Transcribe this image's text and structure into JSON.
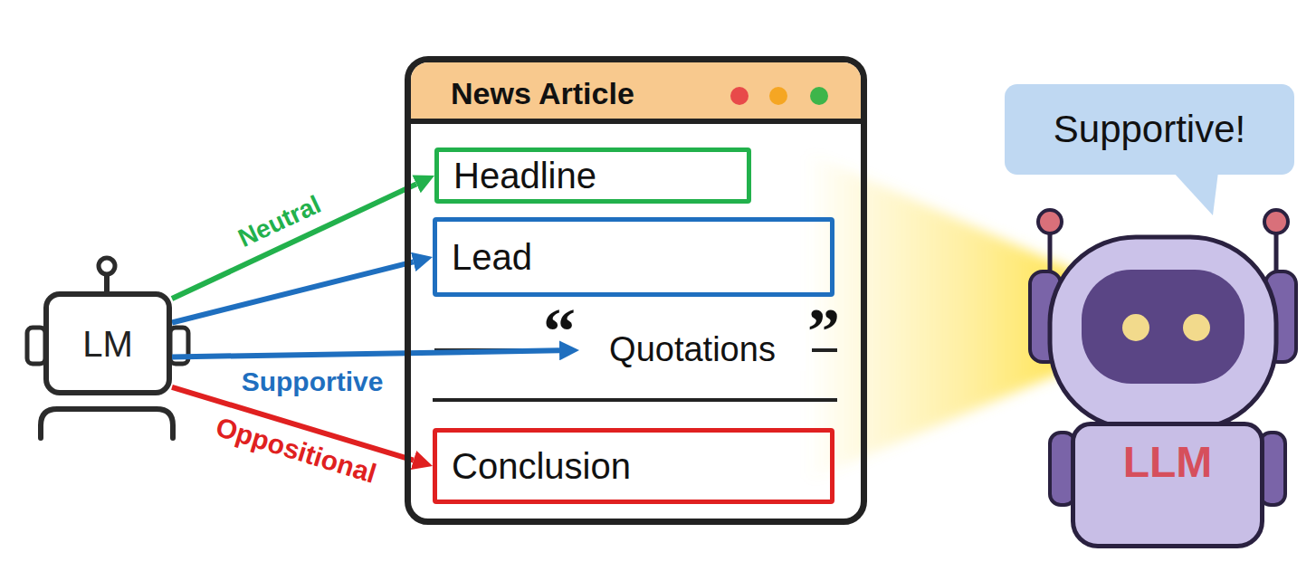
{
  "diagram": {
    "nodes": [
      {
        "text": [
          "LM"
        ]
      },
      {
        "text": [
          "News Article"
        ]
      },
      {
        "text": [
          "Headline"
        ],
        "in": 1
      },
      {
        "text": [
          "Lead"
        ],
        "in": 1
      },
      {
        "text": [
          "Quotations"
        ],
        "in": 1
      },
      {
        "text": [
          "Conclusion"
        ],
        "in": 1
      },
      {
        "text": [
          "Supportive!"
        ]
      },
      {
        "text": [
          "LLM"
        ]
      }
    ],
    "edges": [
      {
        "from": 0,
        "to": 2,
        "label": "Neutral",
        "arrow": "to"
      },
      {
        "from": 0,
        "to": 3,
        "arrow": "to"
      },
      {
        "from": 0,
        "to": 4,
        "label": "Supportive",
        "arrow": "to"
      },
      {
        "from": 0,
        "to": 5,
        "label": "Oppositional",
        "arrow": "to"
      }
    ],
    "labels": [
      "“",
      "”"
    ]
  }
}
